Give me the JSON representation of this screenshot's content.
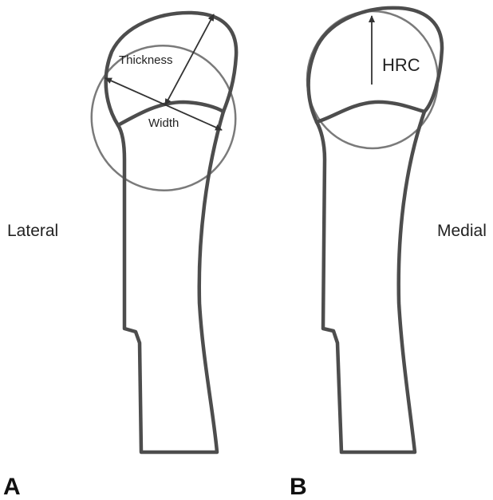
{
  "labels": {
    "lateral": "Lateral",
    "medial": "Medial",
    "panel_a": "A",
    "panel_b": "B",
    "thickness": "Thickness",
    "width": "Width",
    "hrc": "HRC"
  },
  "colors": {
    "bone_outline": "#4d4d4d",
    "fitted_circle": "#7a7a7a",
    "arrows": "#333333",
    "background": "#ffffff"
  }
}
